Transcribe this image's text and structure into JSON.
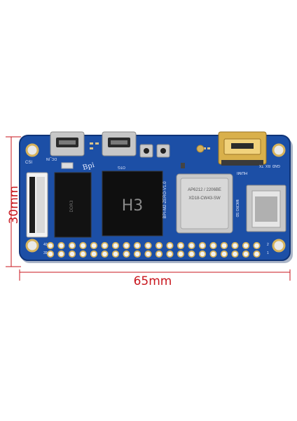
{
  "dimensions": {
    "height_label": "30mm",
    "width_label": "65mm",
    "line_color": "#c8161d"
  },
  "board": {
    "pcb_color": "#1c4fa6",
    "silk_logo": "Bpi",
    "silk_model": "BPI-M2-ZERO-V1.0",
    "silk_csi": "CSI",
    "silk_hdmi": "HDMI",
    "silk_gnd_rx_tx": "GND  RX  TX",
    "silk_micro_sd": "MICRO SD",
    "silk_dc_in": "DC_IN",
    "silk_otg": "OTG",
    "silk_pin_40": "40",
    "silk_pin_39": "39",
    "silk_pin_2": "2",
    "silk_pin_1": "1",
    "soc_label": "H3",
    "wifi_label": "AP6212 / 2206BE",
    "wifi_module_text": "XD18-CW43-SW"
  }
}
